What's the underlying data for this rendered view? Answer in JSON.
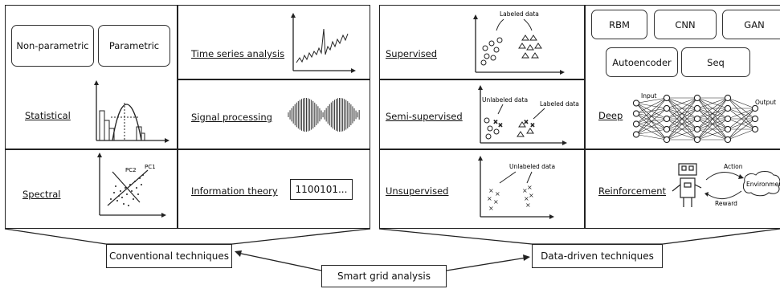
{
  "conventional": {
    "boxes": [
      "Non-parametric",
      "Parametric"
    ],
    "statistical": "Statistical",
    "spectral": "Spectral",
    "spectral_pc1": "PC1",
    "spectral_pc2": "PC2",
    "time_series": "Time series analysis",
    "signal_processing": "Signal processing",
    "information_theory": "Information theory",
    "info_bits": "1100101..."
  },
  "datadriven": {
    "supervised": "Supervised",
    "supervised_note": "Labeled data",
    "semi_supervised": "Semi-supervised",
    "semi_unlabeled": "Unlabeled data",
    "semi_labeled": "Labeled data",
    "unsupervised": "Unsupervised",
    "unsup_note": "Unlabeled data",
    "deep_models": [
      "RBM",
      "CNN",
      "GAN",
      "Autoencoder",
      "Seq"
    ],
    "deep": "Deep",
    "nn_input": "Input",
    "nn_output": "Output",
    "reinforcement": "Reinforcement",
    "rl_action": "Action",
    "rl_reward": "Reward",
    "rl_environment": "Environment"
  },
  "bottom": {
    "conventional_label": "Conventional techniques",
    "datadriven_label": "Data-driven techniques",
    "root_label": "Smart grid analysis"
  }
}
